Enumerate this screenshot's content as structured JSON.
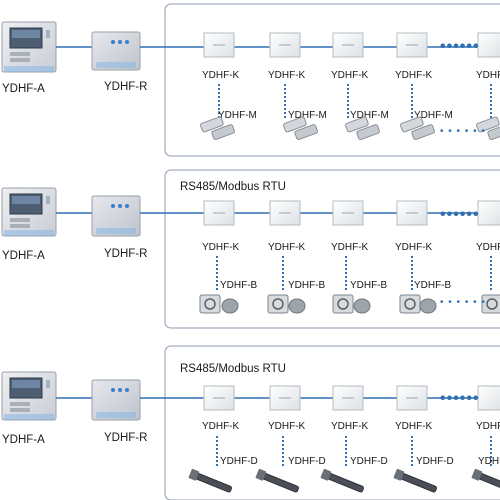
{
  "rows": [
    {
      "controller_label": "YDHF-A",
      "relay_label": "YDHF-R",
      "bus_label": "",
      "module_label": "YDHF-K",
      "sensor_label": "YDHF-M",
      "sensor_kind": "magnet",
      "sensor_label_count": 4
    },
    {
      "controller_label": "YDHF-A",
      "relay_label": "YDHF-R",
      "bus_label": "RS485/Modbus RTU",
      "module_label": "YDHF-K",
      "sensor_label": "YDHF-B",
      "sensor_kind": "button",
      "sensor_label_count": 4
    },
    {
      "controller_label": "YDHF-A",
      "relay_label": "YDHF-R",
      "bus_label": "RS485/Modbus RTU",
      "module_label": "YDHF-K",
      "sensor_label": "YDHF-D",
      "sensor_kind": "rod",
      "sensor_label_count": 5
    }
  ],
  "colors": {
    "bus_line": "#2f6fb3",
    "panel_border": "#8f9bb0",
    "device_body": "#dfe2e6",
    "screen": "#4d5e73"
  }
}
